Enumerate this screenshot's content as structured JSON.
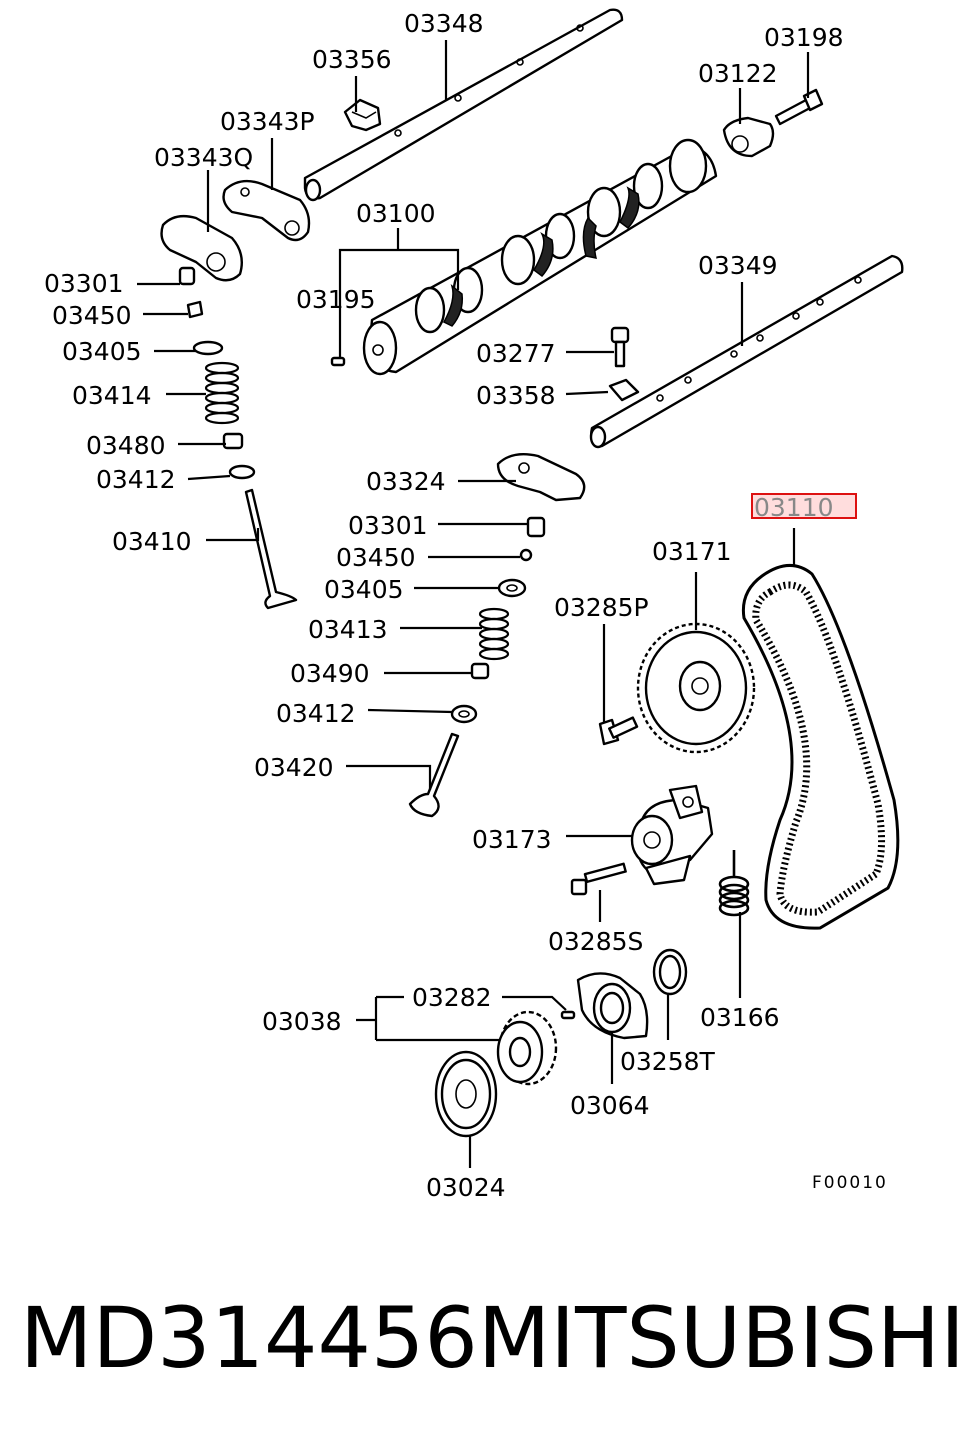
{
  "parts": {
    "p03348": "03348",
    "p03356": "03356",
    "p03343p": "03343P",
    "p03343q": "03343Q",
    "p03198": "03198",
    "p03122": "03122",
    "p03100": "03100",
    "p03301a": "03301",
    "p03450a": "03450",
    "p03195": "03195",
    "p03349": "03349",
    "p03405a": "03405",
    "p03277": "03277",
    "p03414": "03414",
    "p03358": "03358",
    "p03480": "03480",
    "p03412a": "03412",
    "p03324": "03324",
    "p03410": "03410",
    "p03110": "03110",
    "p03301b": "03301",
    "p03450b": "03450",
    "p03171": "03171",
    "p03405b": "03405",
    "p03285p": "03285P",
    "p03413": "03413",
    "p03490": "03490",
    "p03412b": "03412",
    "p03420": "03420",
    "p03173": "03173",
    "p03285s": "03285S",
    "p03282": "03282",
    "p03038": "03038",
    "p03166": "03166",
    "p03258t": "03258T",
    "p03064": "03064",
    "p03024": "03024"
  },
  "figure_code": "F00010",
  "highlighted_part": "03110",
  "footer": {
    "part_number": "MD314456",
    "brand": "MITSUBISHI"
  }
}
